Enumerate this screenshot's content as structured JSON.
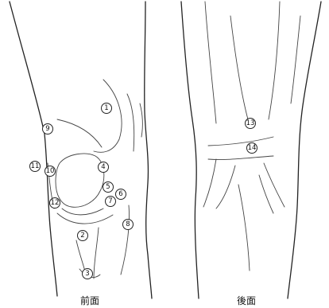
{
  "captions": {
    "front": "前面",
    "back": "後面"
  },
  "markers": [
    {
      "id": "1",
      "label": "①"
    },
    {
      "id": "2",
      "label": "②"
    },
    {
      "id": "3",
      "label": "③"
    },
    {
      "id": "4",
      "label": "④"
    },
    {
      "id": "5",
      "label": "⑤"
    },
    {
      "id": "6",
      "label": "⑥"
    },
    {
      "id": "7",
      "label": "⑦"
    },
    {
      "id": "8",
      "label": "⑧"
    },
    {
      "id": "9",
      "label": "⑨"
    },
    {
      "id": "10",
      "label": "⑩"
    },
    {
      "id": "11",
      "label": "⑪"
    },
    {
      "id": "12",
      "label": "⑫"
    },
    {
      "id": "13",
      "label": "⑬"
    },
    {
      "id": "14",
      "label": "⑭"
    }
  ]
}
